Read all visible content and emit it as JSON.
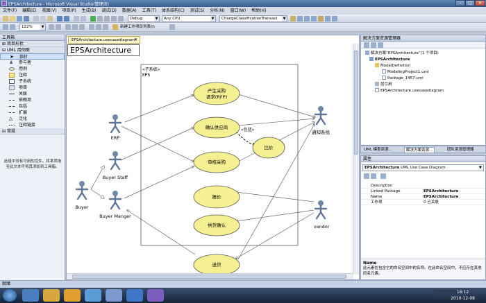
{
  "window": {
    "title": "EPSArchitecture - Microsoft Visual Studio(管理员)",
    "min_label": "–",
    "max_label": "□",
    "close_label": "✕"
  },
  "menu": [
    "文件(F)",
    "编辑(E)",
    "视图(V)",
    "项目(P)",
    "生成(B)",
    "调试(D)",
    "数据(A)",
    "工具(T)",
    "体系结构(C)",
    "测试(S)",
    "分析(N)",
    "窗口(W)",
    "帮助(H)"
  ],
  "toolbar1": {
    "config": "Debug",
    "platform": "Any CPU",
    "find": "ChangeClassificationTransact"
  },
  "toolbar2": {
    "zoom": "122%",
    "work_item": "新建工作项目列表(I)"
  },
  "toolbox": {
    "title": "工具箱",
    "sections": [
      "简单形状",
      "UML 用例图",
      "常规"
    ],
    "items": [
      "指针",
      "参与者",
      "用例",
      "注释",
      "子系统",
      "项目",
      "关联",
      "依赖项",
      "包括",
      "扩展",
      "泛化",
      "注释链接"
    ],
    "message": "此组中没有可用的控件。将某项拖至此文本可将其添加到工具箱。"
  },
  "document": {
    "tab_label": "EPSArchitecture.usecasediagram*",
    "close_label": "×",
    "diagram_title": "EPSArchitecture"
  },
  "diagram": {
    "subsystem_stereotype": "«子系统»",
    "subsystem_name": "EPS",
    "actors": [
      "ERP",
      "Buyer Staff",
      "Buyer",
      "Buyer Manger",
      "通知系统",
      "vendor"
    ],
    "use_cases": [
      "产生采购\n请求(RFP)",
      "确认供应商",
      "比价",
      "审核采购",
      "报价",
      "供货确认",
      "送货"
    ],
    "include_label": "«包括»"
  },
  "solution_explorer": {
    "title": "解决方案资源管理器",
    "items": [
      "解决方案“EPSArchitecture”(1 个项目)",
      "EPSArchitecture",
      "ModelDefinition",
      "ModelingProject1.uml",
      "Package_1457.uml",
      "层引用",
      "EPSArchitecture.usecasediagram"
    ],
    "tabs": [
      "UML 模型资源...",
      "解决方案资源...",
      "团队资源管理器"
    ]
  },
  "properties": {
    "title": "属性",
    "object": "EPSArchitecture",
    "object_type": "UML Use Case Diagram",
    "rows": [
      {
        "key": "Description",
        "value": ""
      },
      {
        "key": "Linked Package",
        "value": "EPSArchitecture"
      },
      {
        "key": "Name",
        "value": "EPSArchitecture"
      },
      {
        "key": "工作项",
        "value": "0 已关联"
      }
    ],
    "desc_title": "Name",
    "desc_text": "此元素在包含它的命名空间中的名称。在此命名空间中，不应存在其他同名元素。"
  },
  "status": {
    "text": "就绪"
  },
  "taskbar": {
    "time": "16:12",
    "date": "2010-12-08"
  }
}
